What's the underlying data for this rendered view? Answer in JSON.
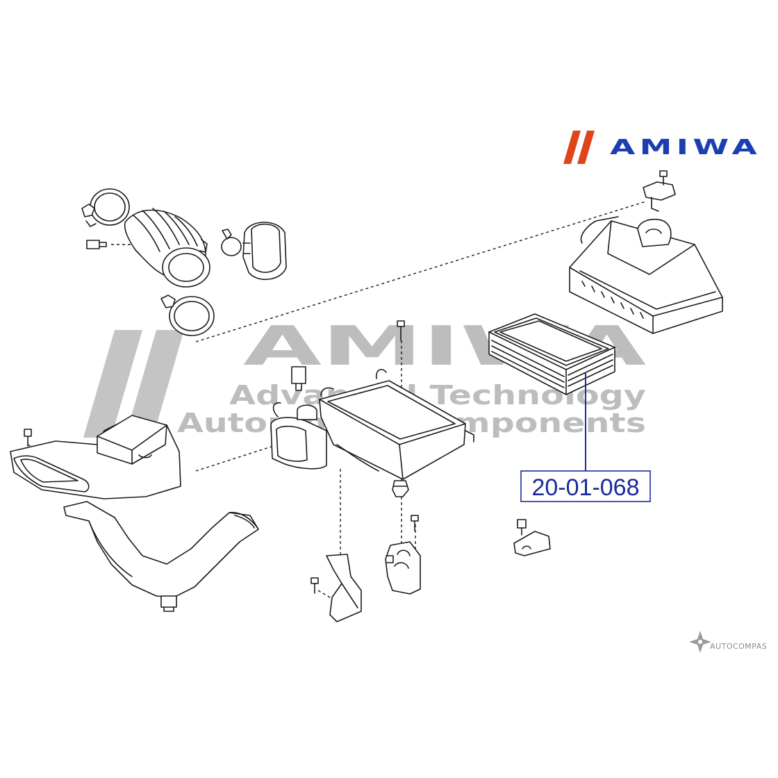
{
  "brand": {
    "name": "AMIWA",
    "color": "#1a3fb0",
    "slash_color": "#e0451a"
  },
  "watermark": {
    "name": "AMIWA",
    "line1": "Advanced Technology",
    "line2": "Automotive components",
    "color": "#bdbdbd"
  },
  "callout": {
    "part_number": "20-01-068",
    "color": "#1a2a9c"
  },
  "footer_logo": {
    "text": "AUTOCOMPAS"
  }
}
